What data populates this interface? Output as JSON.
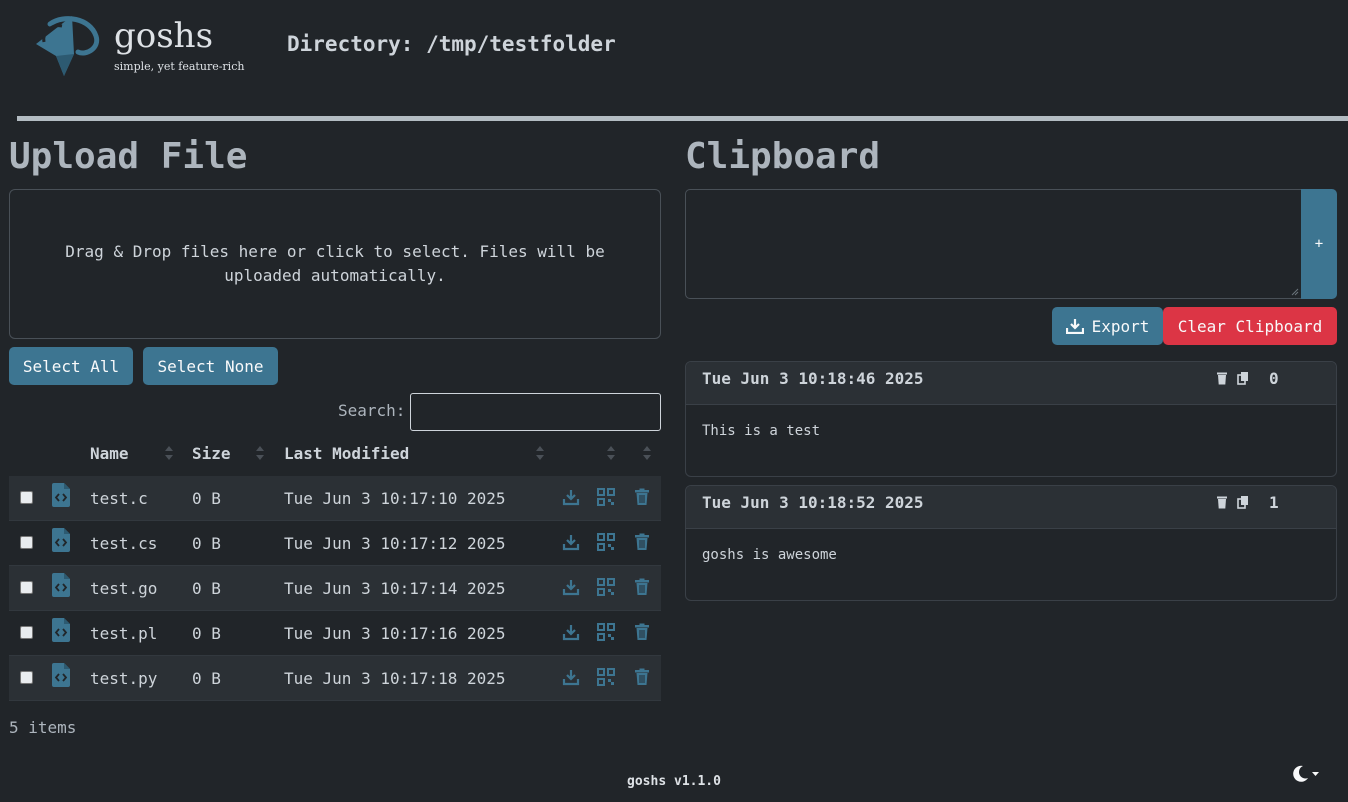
{
  "brand": {
    "name": "goshs",
    "tagline": "simple, yet feature-rich"
  },
  "header": {
    "directory_title": "Directory: /tmp/testfolder"
  },
  "upload": {
    "heading": "Upload File",
    "dropzone_text": "Drag & Drop files here or click to select. Files will be uploaded automatically.",
    "select_all": "Select All",
    "select_none": "Select None",
    "search_label": "Search:",
    "search_value": ""
  },
  "table": {
    "columns": [
      "Name",
      "Size",
      "Last Modified"
    ],
    "rows": [
      {
        "name": "test.c",
        "size": "0 B",
        "modified": "Tue Jun 3 10:17:10 2025"
      },
      {
        "name": "test.cs",
        "size": "0 B",
        "modified": "Tue Jun 3 10:17:12 2025"
      },
      {
        "name": "test.go",
        "size": "0 B",
        "modified": "Tue Jun 3 10:17:14 2025"
      },
      {
        "name": "test.pl",
        "size": "0 B",
        "modified": "Tue Jun 3 10:17:16 2025"
      },
      {
        "name": "test.py",
        "size": "0 B",
        "modified": "Tue Jun 3 10:17:18 2025"
      }
    ],
    "row_icons": [
      "download-icon",
      "qr-code-icon",
      "trash-icon"
    ],
    "item_count": "5 items"
  },
  "clipboard": {
    "heading": "Clipboard",
    "add_label": "+",
    "export_label": "Export",
    "clear_label": "Clear Clipboard",
    "entries": [
      {
        "time": "Tue Jun 3 10:18:46 2025",
        "index": "0",
        "text": "This is a test"
      },
      {
        "time": "Tue Jun 3 10:18:52 2025",
        "index": "1",
        "text": "goshs is awesome"
      }
    ]
  },
  "footer": {
    "version": "goshs v1.1.0"
  },
  "colors": {
    "background": "#212529",
    "accent": "#3d7591",
    "danger": "#dc3545"
  }
}
